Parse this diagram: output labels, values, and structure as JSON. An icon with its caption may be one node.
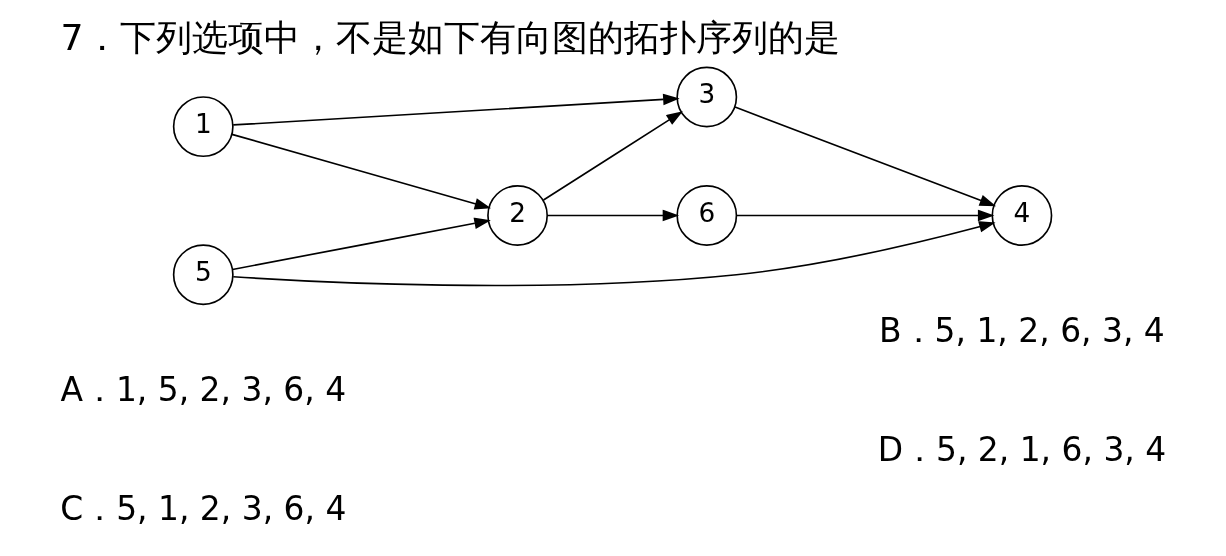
{
  "diagram": {
    "title": "7．下列选项中，不是如下有向图的拓扑序列的是",
    "nodes": [
      {
        "text": [
          "1"
        ]
      },
      {
        "text": [
          "2"
        ]
      },
      {
        "text": [
          "3"
        ]
      },
      {
        "text": [
          "4"
        ]
      },
      {
        "text": [
          "5"
        ]
      },
      {
        "text": [
          "6"
        ]
      }
    ],
    "edges": [
      {
        "from": 0,
        "to": 2,
        "arrow": "to"
      },
      {
        "from": 0,
        "to": 1,
        "arrow": "to"
      },
      {
        "from": 1,
        "to": 2,
        "arrow": "to"
      },
      {
        "from": 2,
        "to": 3,
        "arrow": "to"
      },
      {
        "from": 4,
        "to": 1,
        "arrow": "to"
      },
      {
        "from": 4,
        "to": 3,
        "arrow": "to"
      },
      {
        "from": 1,
        "to": 5,
        "arrow": "to"
      },
      {
        "from": 5,
        "to": 3,
        "arrow": "to"
      }
    ],
    "labels": [
      "A．1, 5, 2, 3, 6, 4",
      "B．5, 1, 2, 6, 3, 4",
      "C．5, 1, 2, 3, 6, 4",
      "D．5, 2, 1, 6, 3, 4"
    ]
  }
}
